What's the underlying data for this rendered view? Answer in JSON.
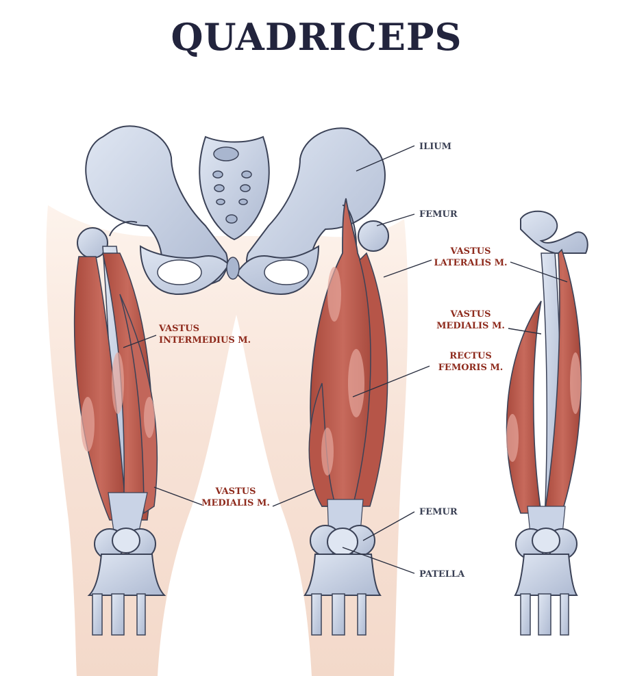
{
  "title": "QUADRICEPS",
  "labels": {
    "ilium": "ILIUM",
    "femur_top": "FEMUR",
    "vastus_lateralis": [
      "VASTUS",
      "LATERALIS M."
    ],
    "vastus_medialis_right": [
      "VASTUS",
      "MEDIALIS M."
    ],
    "rectus_femoris": [
      "RECTUS",
      "FEMORIS M."
    ],
    "vastus_intermedius": [
      "VASTUS",
      "INTERMEDIUS M."
    ],
    "vastus_medialis_center": [
      "VASTUS",
      "MEDIALIS M."
    ],
    "femur_bottom": "FEMUR",
    "patella": "PATELLA"
  },
  "colors": {
    "bone": "#c9d3e6",
    "bone_shade": "#a9b6cf",
    "bone_outline": "#3b4257",
    "muscle": "#b9574a",
    "muscle_light": "#d88c80",
    "muscle_dark": "#8a3528",
    "skin": "#f7e2d6",
    "bone_label": "#3a4054",
    "muscle_label": "#8e2a1c"
  }
}
